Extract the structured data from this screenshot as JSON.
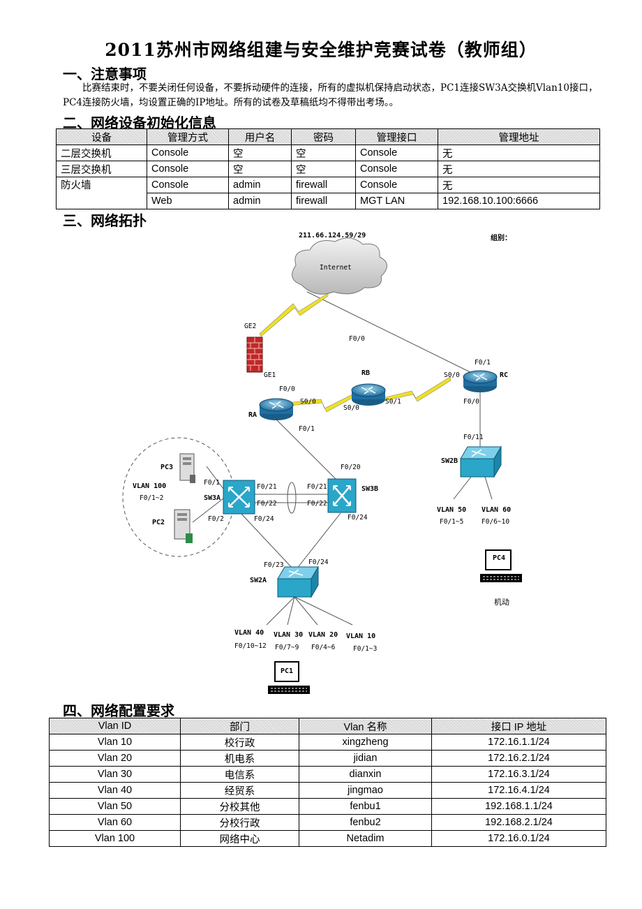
{
  "title": "2011苏州市网络组建与安全维护竞赛试卷（教师组）",
  "section1": {
    "heading": "一、注意事项",
    "text": "比赛结束时，不要关闭任何设备，不要拆动硬件的连接，所有的虚拟机保持启动状态，PC1连接SW3A交换机Vlan10接口，PC4连接防火墙，均设置正确的IP地址。所有的试卷及草稿纸均不得带出考场。。"
  },
  "section2": {
    "heading": "二、网络设备初始化信息",
    "headers": [
      "设备",
      "管理方式",
      "用户名",
      "密码",
      "管理接口",
      "管理地址"
    ],
    "rows": [
      [
        "二层交换机",
        "Console",
        "空",
        "空",
        "Console",
        "无"
      ],
      [
        "三层交换机",
        "Console",
        "空",
        "空",
        "Console",
        "无"
      ],
      [
        "防火墙",
        "Console",
        "admin",
        "firewall",
        "Console",
        "无"
      ],
      [
        "",
        "Web",
        "admin",
        "firewall",
        "MGT LAN",
        "192.168.10.100:6666"
      ]
    ]
  },
  "section3": {
    "heading": "三、网络拓扑"
  },
  "topology": {
    "ip": "211.66.124.59/29",
    "group_label": "组别：",
    "internet": "Internet",
    "labels": {
      "ge2": "GE2",
      "ge1": "GE1",
      "f00_top": "F0/0",
      "f01_rc": "F0/1",
      "rb": "RB",
      "s00_rc": "S0/0",
      "rc": "RC",
      "f00_ra": "F0/0",
      "s00_ra": "S0/0",
      "s00_rb": "S0/0",
      "s01_rb": "S0/1",
      "f00_rc": "F0/0",
      "ra": "RA",
      "f01_ra": "F0/1",
      "f011": "F0/11",
      "sw2b": "SW2B",
      "pc3": "PC3",
      "f01_sw3a": "F0/1",
      "vlan100": "VLAN 100",
      "vlan100_ports": "F0/1~2",
      "sw3a": "SW3A",
      "f021_a": "F0/21",
      "f022_a": "F0/22",
      "f021_b": "F0/21",
      "f022_b": "F0/22",
      "f020": "F0/20",
      "sw3b": "SW3B",
      "pc2": "PC2",
      "f02": "F0/2",
      "f024_a": "F0/24",
      "f024_b": "F0/24",
      "vlan50": "VLAN 50",
      "vlan50_ports": "F0/1~5",
      "vlan60": "VLAN 60",
      "vlan60_ports": "F0/6~10",
      "pc4": "PC4",
      "jidong": "机动",
      "f023": "F0/23",
      "f024_c": "F0/24",
      "sw2a": "SW2A",
      "vlan40": "VLAN 40",
      "vlan40_ports": "F0/10~12",
      "vlan30": "VLAN 30",
      "vlan30_ports": "F0/7~9",
      "vlan20": "VLAN 20",
      "vlan20_ports": "F0/4~6",
      "vlan10": "VLAN 10",
      "vlan10_ports": "F0/1~3",
      "pc1": "PC1"
    }
  },
  "section4": {
    "heading": "四、网络配置要求",
    "headers": [
      "Vlan ID",
      "部门",
      "Vlan 名称",
      "接口 IP 地址"
    ],
    "rows": [
      [
        "Vlan 10",
        "校行政",
        "xingzheng",
        "172.16.1.1/24"
      ],
      [
        "Vlan 20",
        "机电系",
        "jidian",
        "172.16.2.1/24"
      ],
      [
        "Vlan 30",
        "电信系",
        "dianxin",
        "172.16.3.1/24"
      ],
      [
        "Vlan 40",
        "经贸系",
        "jingmao",
        "172.16.4.1/24"
      ],
      [
        "Vlan 50",
        "分校其他",
        "fenbu1",
        "192.168.1.1/24"
      ],
      [
        "Vlan 60",
        "分校行政",
        "fenbu2",
        "192.168.2.1/24"
      ],
      [
        "Vlan 100",
        "网络中心",
        "Netadim",
        "172.16.0.1/24"
      ]
    ]
  },
  "colors": {
    "device_blue": "#2aa6c8",
    "router_blue": "#1f6ea0",
    "firewall_red": "#c0282a",
    "serial_yellow": "#f0e020"
  }
}
